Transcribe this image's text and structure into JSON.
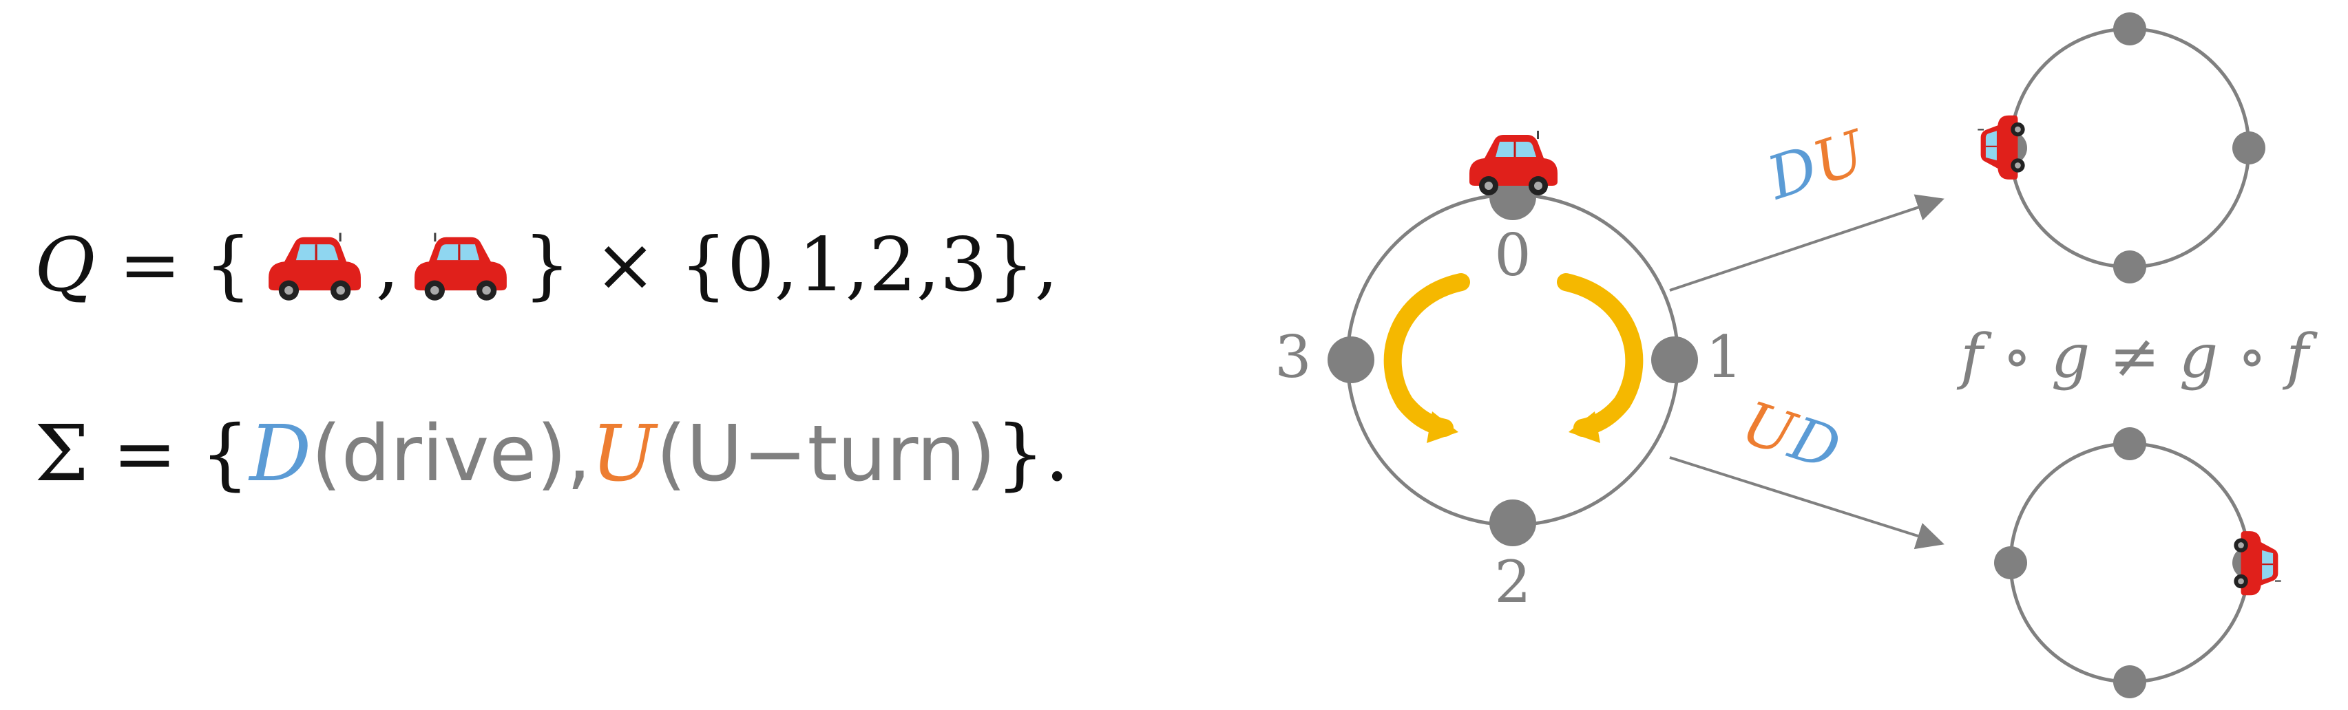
{
  "formula": {
    "q_symbol": "Q",
    "equals": "=",
    "brace_open": "{",
    "comma": ",",
    "brace_close": "}",
    "times": "×",
    "set_numbers": "{0,1,2,3},",
    "sigma_symbol": "Σ",
    "d_symbol": "D",
    "d_desc": "(drive),",
    "u_symbol": "U",
    "u_desc": "(U−turn)",
    "end": "}."
  },
  "diagram": {
    "positions": [
      "0",
      "1",
      "2",
      "3"
    ],
    "top_arrow_label": [
      "D",
      "U"
    ],
    "bottom_arrow_label": [
      "U",
      "D"
    ],
    "relation": "f ∘ g ≠ g ∘ f"
  },
  "colors": {
    "drive": "#5b9bd5",
    "uturn": "#ed7d31",
    "node": "#808080",
    "rotation_arrow": "#f5b800",
    "car": "#e0201b"
  },
  "icons": [
    "car-icon",
    "rotation-arrow-icon"
  ]
}
